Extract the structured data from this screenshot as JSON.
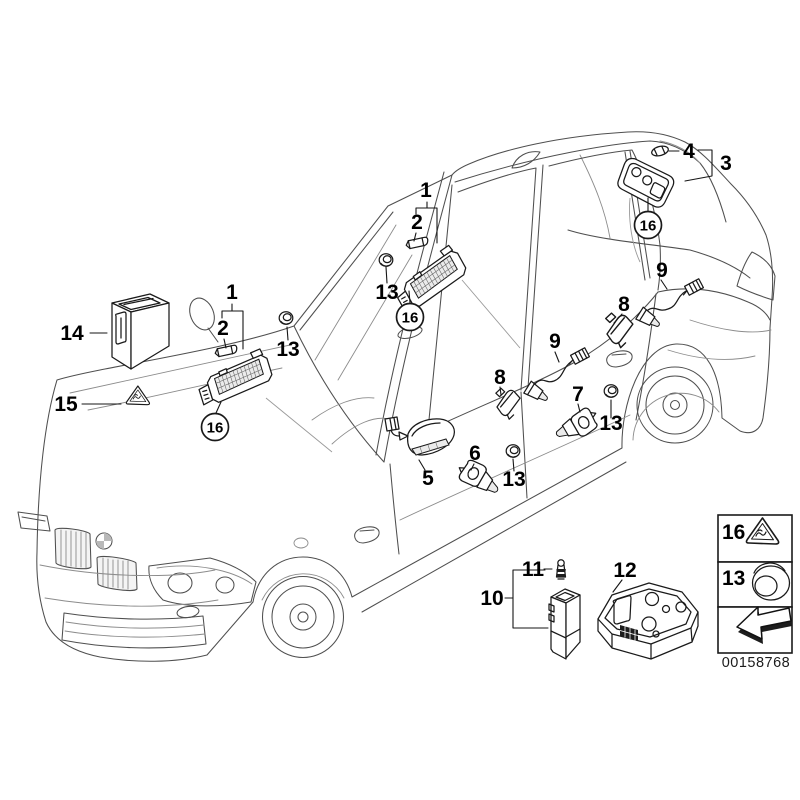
{
  "figure": {
    "kind": "vehicle-parts-line-diagram",
    "subject": "sedan with interior lamp components",
    "drawing_number": "00158768"
  },
  "callouts": {
    "mid_lamp": "1",
    "mid_bulb": "2",
    "mid_grommet": "13",
    "mid_note": "16",
    "front_lamp": "1",
    "front_bulb": "2",
    "front_grommet": "13",
    "front_note": "16",
    "storage_box": "14",
    "warning_triangle": "15",
    "roof_group": "3",
    "roof_bulb": "4",
    "roof_note": "16",
    "rear_harness": "9",
    "rear_door_lamp": "8",
    "rear_door_grommet": "13",
    "front_harness": "9",
    "front_door_lamp": "8",
    "front_door_grommet": "13",
    "door_bulb": "7",
    "mirror_lamp": "5",
    "bulb_socket": "6",
    "footwell_lamp": "10",
    "footwell_bulb": "11",
    "footwell_module": "12"
  },
  "legend": {
    "warning_row": "16",
    "grommet_row": "13"
  },
  "footer": {
    "drawing_number": "00158768"
  }
}
